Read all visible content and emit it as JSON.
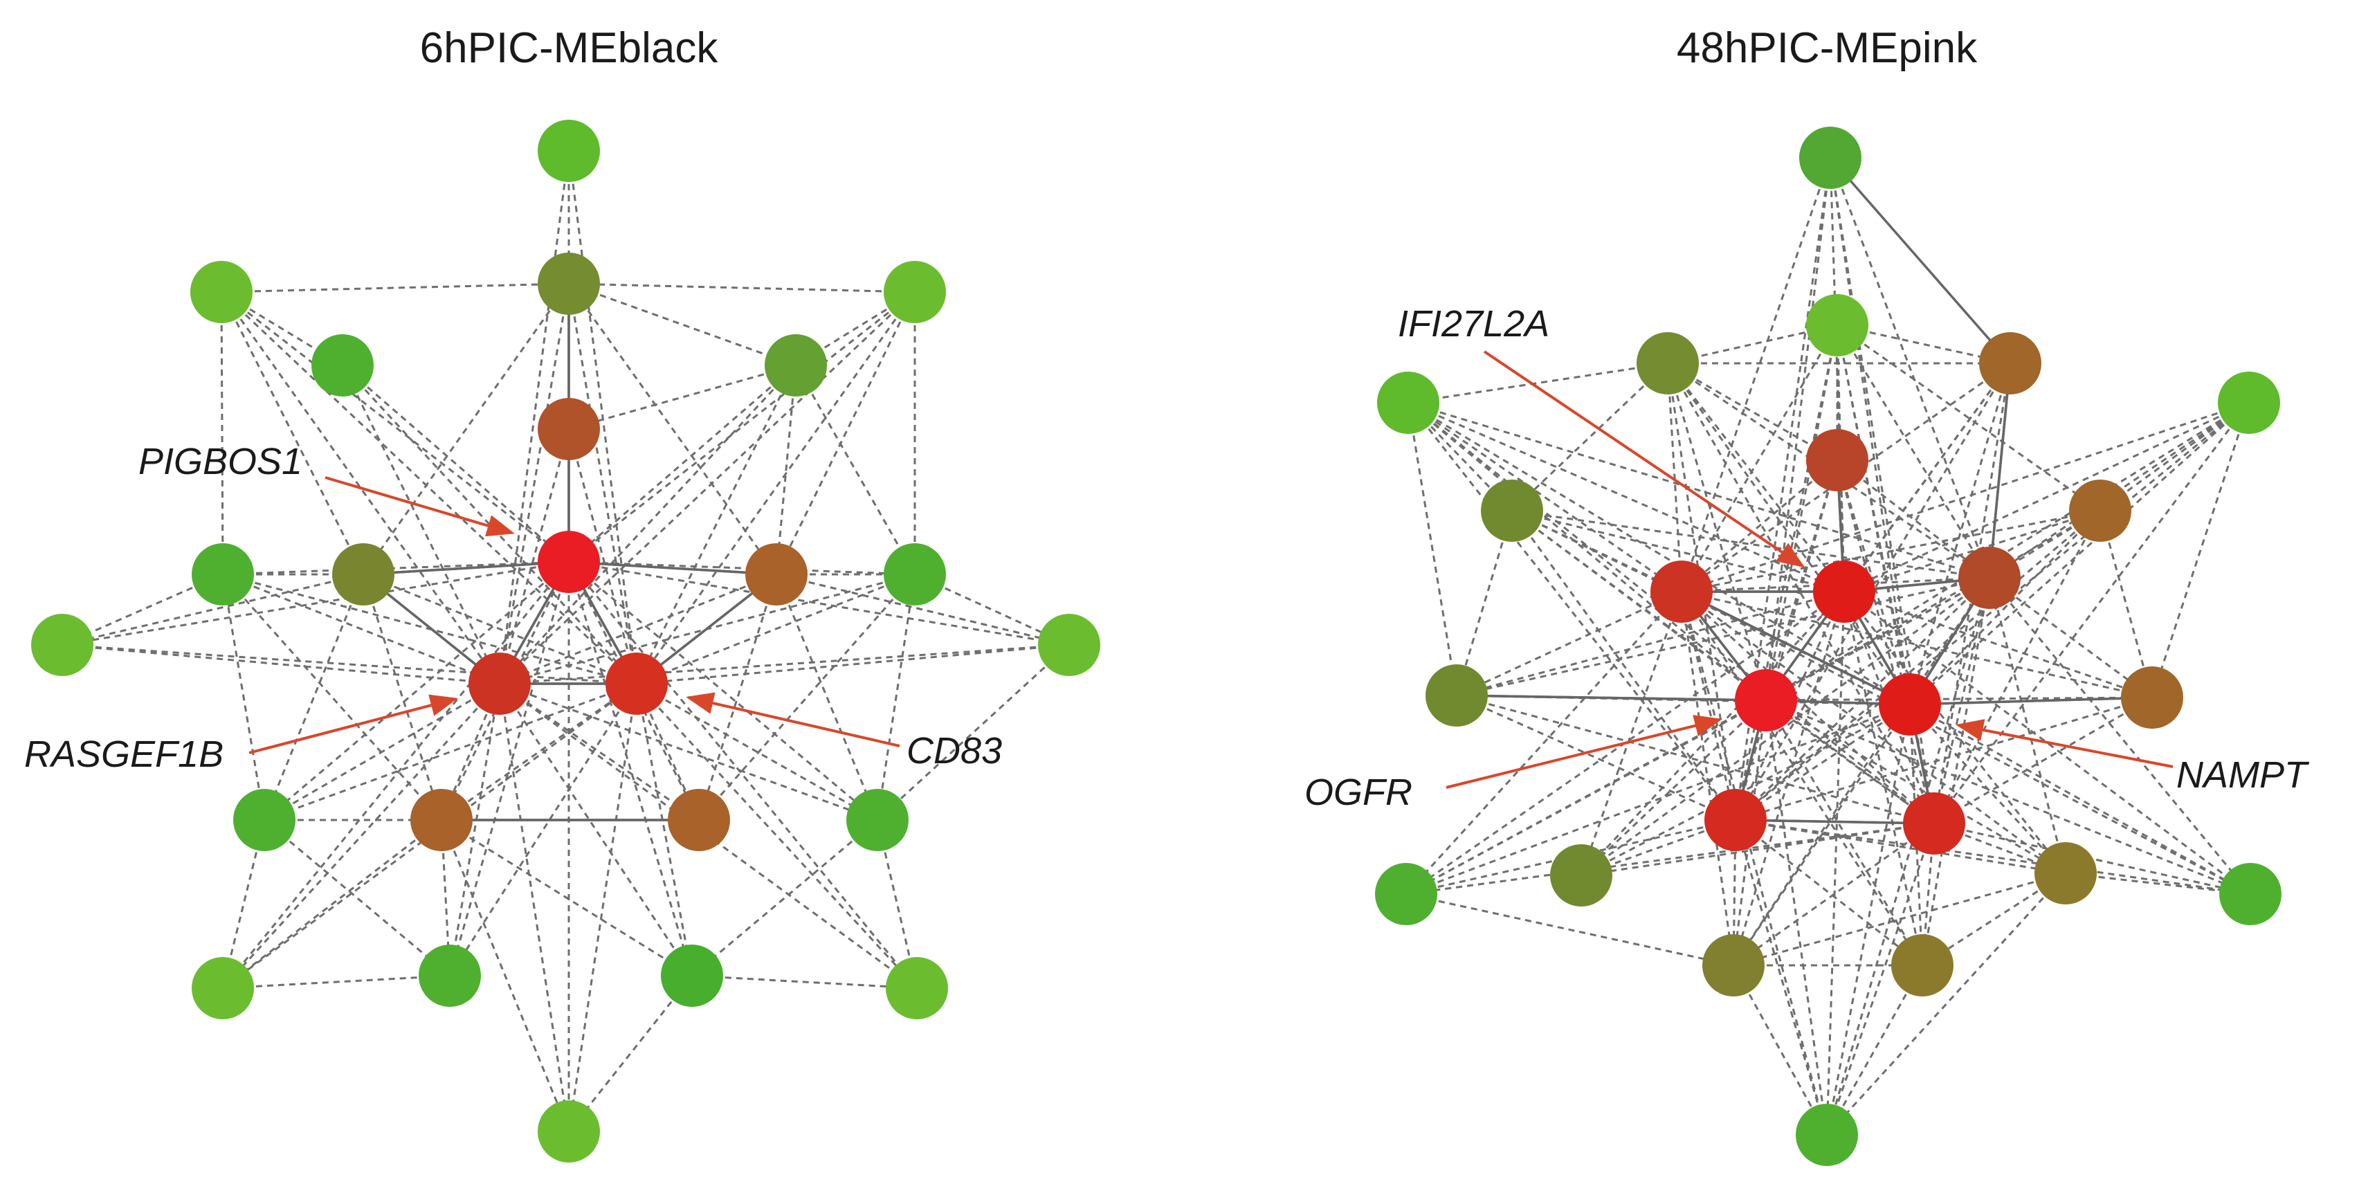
{
  "networks": [
    {
      "title": "6hPIC-MEblack",
      "nodes": [
        {
          "color": "#5fba2c"
        },
        {
          "color": "#6bbd2f"
        },
        {
          "color": "#6bbd2f"
        },
        {
          "color": "#4fb030"
        },
        {
          "color": "#758c30"
        },
        {
          "color": "#64a032"
        },
        {
          "color": "#b0522a"
        },
        {
          "color": "#4fb030"
        },
        {
          "color": "#7a8530"
        },
        {
          "color": "#ea1c24"
        },
        {
          "color": "#a8622a"
        },
        {
          "color": "#4fb030"
        },
        {
          "color": "#6bbd2f"
        },
        {
          "color": "#6bbd2f"
        },
        {
          "color": "#cc3322"
        },
        {
          "color": "#d63020"
        },
        {
          "color": "#4fb030"
        },
        {
          "color": "#a8622a"
        },
        {
          "color": "#a8622a"
        },
        {
          "color": "#4fb030"
        },
        {
          "color": "#6bbd2f"
        },
        {
          "color": "#4fb030"
        },
        {
          "color": "#48ae2e"
        },
        {
          "color": "#6bbd2f"
        },
        {
          "color": "#6bbd2f"
        }
      ],
      "labels": [
        {
          "text": "PIGBOS1"
        },
        {
          "text": "RASGEF1B"
        },
        {
          "text": "CD83"
        }
      ]
    },
    {
      "title": "48hPIC-MEpink",
      "nodes": [
        {
          "color": "#52a832"
        },
        {
          "color": "#6bbd2f"
        },
        {
          "color": "#758c30"
        },
        {
          "color": "#a0662a"
        },
        {
          "color": "#5fba2c"
        },
        {
          "color": "#5fba2c"
        },
        {
          "color": "#b8442a"
        },
        {
          "color": "#718a30"
        },
        {
          "color": "#a0662a"
        },
        {
          "color": "#cc3322"
        },
        {
          "color": "#e01c18"
        },
        {
          "color": "#b04a28"
        },
        {
          "color": "#718a30"
        },
        {
          "color": "#ea1c24"
        },
        {
          "color": "#e01c18"
        },
        {
          "color": "#a0662a"
        },
        {
          "color": "#d42a20"
        },
        {
          "color": "#d42a20"
        },
        {
          "color": "#718a30"
        },
        {
          "color": "#8c7a2c"
        },
        {
          "color": "#4fb030"
        },
        {
          "color": "#4fb030"
        },
        {
          "color": "#808030"
        },
        {
          "color": "#8c7a2c"
        },
        {
          "color": "#4fb030"
        }
      ],
      "labels": [
        {
          "text": "IFI27L2A"
        },
        {
          "text": "OGFR"
        },
        {
          "text": "NAMPT"
        }
      ]
    }
  ],
  "colors": {
    "arrow": "#d9472b",
    "edge": "#6e6e6e"
  }
}
